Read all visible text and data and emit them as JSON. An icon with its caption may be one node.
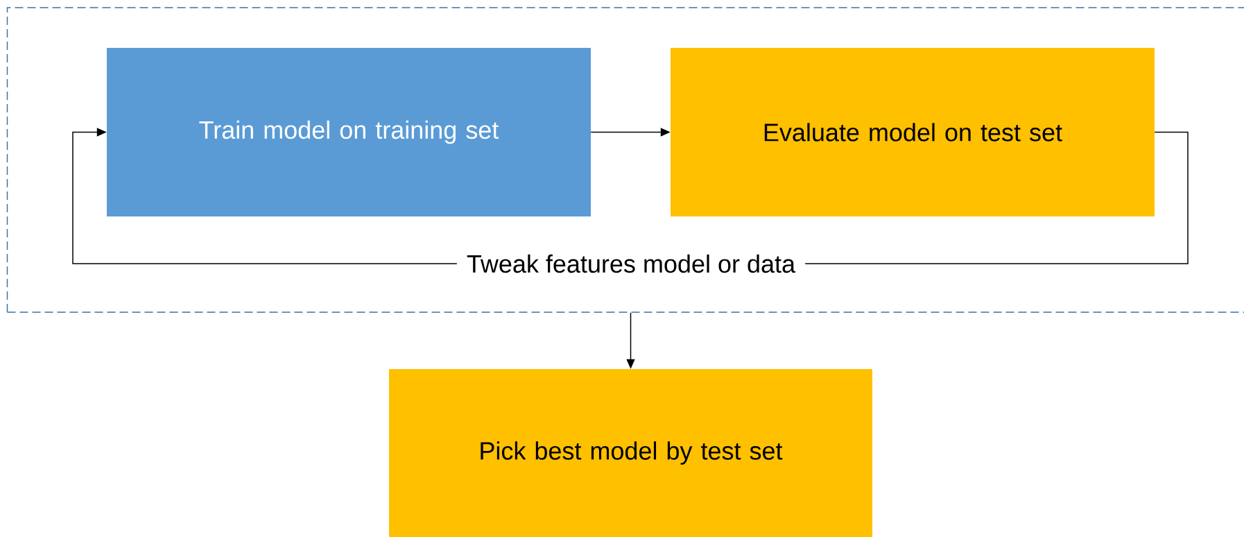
{
  "diagram": {
    "nodes": [
      {
        "text": [],
        "shape": "box"
      },
      {
        "text": [
          "Train model on training set"
        ],
        "in": 0
      },
      {
        "text": [
          "Evaluate model on test set"
        ],
        "in": 0
      },
      {
        "text": [
          "Pick best model by test set"
        ]
      }
    ],
    "edges": [
      {
        "from": 1,
        "to": 2,
        "arrow": "to"
      },
      {
        "from": 2,
        "to": 1,
        "arrow": "to",
        "label": "Tweak features model or data"
      },
      {
        "from": 0,
        "to": 3,
        "arrow": "to"
      }
    ]
  }
}
